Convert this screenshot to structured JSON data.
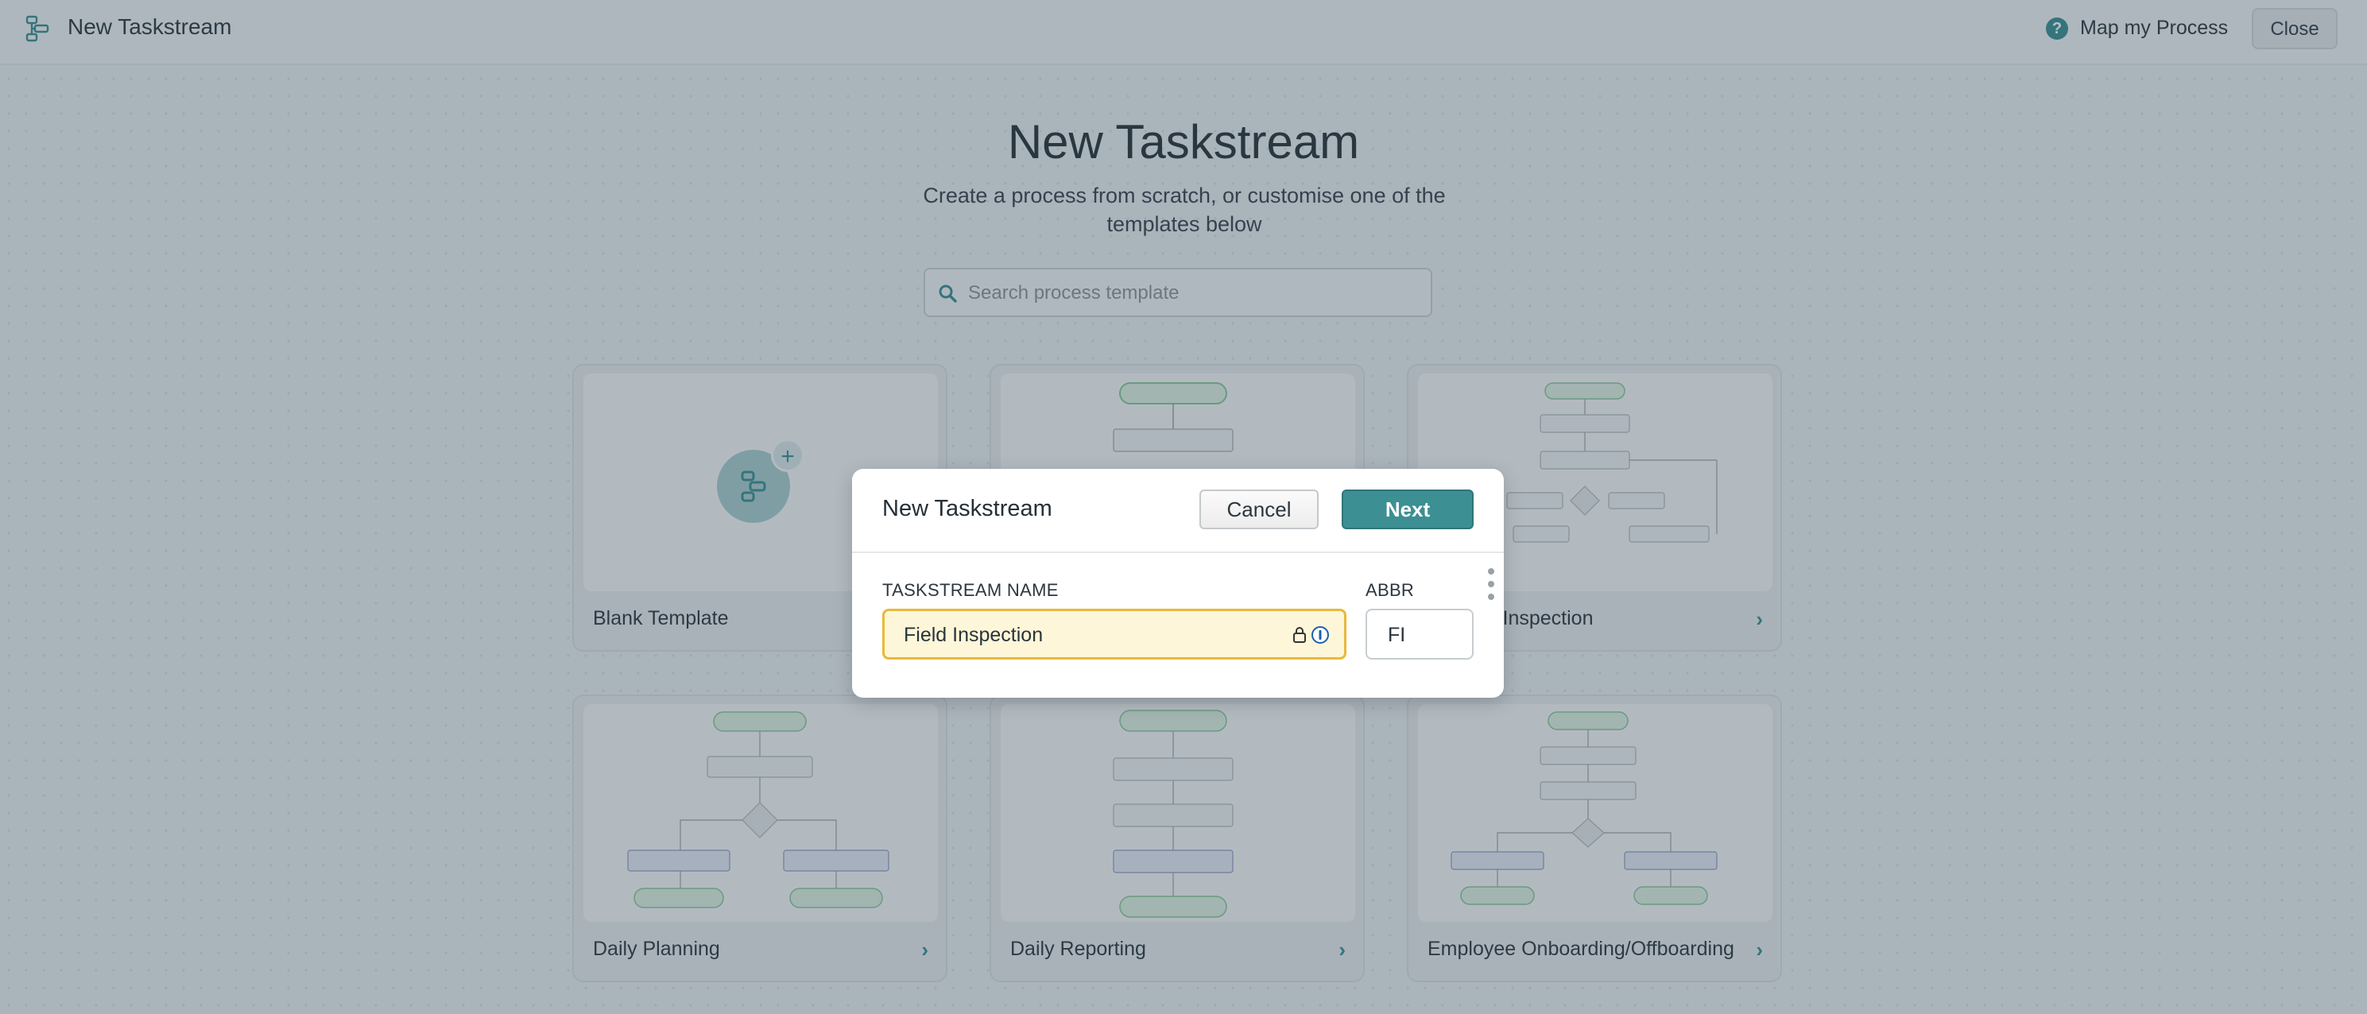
{
  "topbar": {
    "app_icon": "process-flow-icon",
    "title": "New Taskstream",
    "help_icon": "question-circle-icon",
    "map_label": "Map my Process",
    "close_label": "Close"
  },
  "hero": {
    "title": "New Taskstream",
    "subtitle": "Create a process from scratch, or customise one of the templates below",
    "search_placeholder": "Search process template",
    "search_icon": "search-icon"
  },
  "templates": [
    {
      "label": "Blank Template"
    },
    {
      "label": ""
    },
    {
      "label": "...ioning Inspection"
    },
    {
      "label": "Daily Planning"
    },
    {
      "label": "Daily Reporting"
    },
    {
      "label": "Employee Onboarding/Offboarding"
    }
  ],
  "template_chevron": "›",
  "modal": {
    "title": "New Taskstream",
    "cancel_label": "Cancel",
    "next_label": "Next",
    "name_label": "TASKSTREAM NAME",
    "name_value": "Field Inspection",
    "abbr_label": "ABBR",
    "abbr_value": "FI"
  },
  "colors": {
    "accent": "#3c8f92",
    "input_highlight": "#fdf6d8",
    "input_border_focus": "#e8b93a"
  }
}
